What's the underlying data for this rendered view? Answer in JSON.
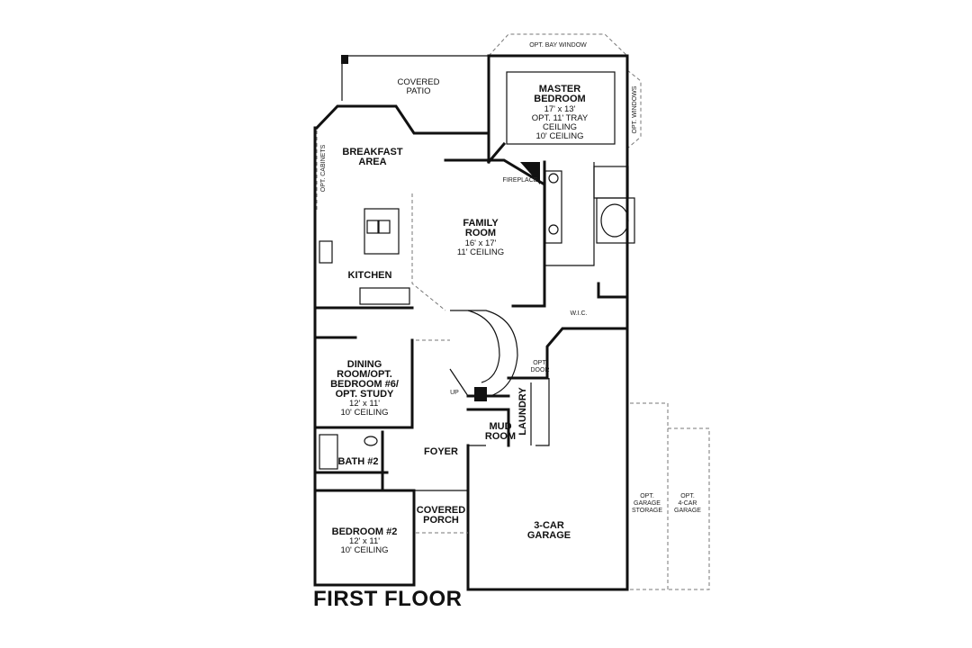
{
  "title": "FIRST FLOOR",
  "rooms": {
    "covered_patio": [
      "COVERED",
      "PATIO"
    ],
    "master": [
      "MASTER",
      "BEDROOM",
      "17' x 13'",
      "OPT. 11' TRAY",
      "CEILING",
      "10' CEILING"
    ],
    "breakfast": [
      "BREAKFAST",
      "AREA"
    ],
    "family": [
      "FAMILY",
      "ROOM",
      "16' x 17'",
      "11' CEILING"
    ],
    "kitchen": "KITCHEN",
    "dining": [
      "DINING",
      "ROOM/OPT.",
      "BEDROOM #6/",
      "OPT. STUDY",
      "12' x 11'",
      "10' CEILING"
    ],
    "bath2": "BATH #2",
    "foyer": "FOYER",
    "covered_porch": [
      "COVERED",
      "PORCH"
    ],
    "bedroom2": [
      "BEDROOM #2",
      "12' x 11'",
      "10' CEILING"
    ],
    "mud_room": [
      "MUD",
      "ROOM"
    ],
    "laundry": "LAUNDRY",
    "garage": [
      "3-CAR",
      "GARAGE"
    ]
  },
  "notes": {
    "bay_window": "OPT. BAY WINDOW",
    "opt_windows": "OPT. WINDOWS",
    "opt_cabinets": "OPT. CABINETS",
    "fireplace": "FIREPLACE",
    "wic": "W.I.C.",
    "opt_door": [
      "OPT.",
      "DOOR"
    ],
    "up": "UP",
    "opt_window": [
      "OPT.",
      "WINDOW"
    ],
    "garage_storage": [
      "OPT.",
      "GARAGE",
      "STORAGE"
    ],
    "car4_garage": [
      "OPT.",
      "4-CAR",
      "GARAGE"
    ]
  }
}
